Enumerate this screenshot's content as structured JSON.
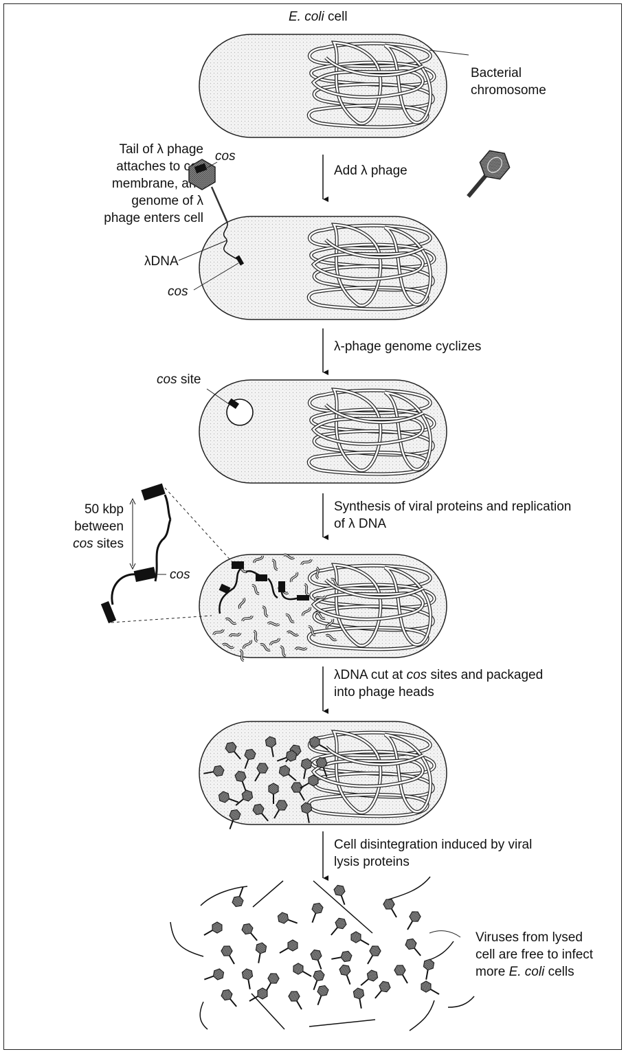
{
  "panels": {
    "cell1": {
      "title_italic": "E. coli",
      "title_rest": " cell",
      "chromosome_line1": "Bacterial",
      "chromosome_line2": "chromosome"
    },
    "step1": {
      "arrow_label": "Add λ phage"
    },
    "infection": {
      "tail_line1": "Tail of λ phage",
      "tail_line2": "attaches to cell",
      "tail_line3": "membrane, and",
      "tail_line4": "genome of λ",
      "tail_line5": "phage enters cell",
      "cos_top": "cos",
      "lambda_dna": "λDNA",
      "cos_bottom": "cos"
    },
    "step2": {
      "arrow_label": "λ-phage genome cyclizes"
    },
    "cyclized": {
      "cos_site_italic": "cos",
      "cos_site_rest": " site"
    },
    "step3": {
      "arrow_line1": "Synthesis of viral proteins and replication",
      "arrow_line2": "of λ DNA"
    },
    "replication": {
      "kbp_line1": "50 kbp",
      "kbp_line2": "between",
      "kbp_line3_italic": "cos",
      "kbp_line3_rest": " sites",
      "cos_label": "cos"
    },
    "step4": {
      "arrow_line1_a": "λDNA cut at ",
      "arrow_line1_italic": "cos",
      "arrow_line1_b": " sites and packaged",
      "arrow_line2": "into phage heads"
    },
    "step5": {
      "arrow_line1": "Cell disintegration induced by viral",
      "arrow_line2": "lysis proteins"
    },
    "lysis": {
      "line1": "Viruses from lysed",
      "line2": "cell are free to infect",
      "line3_a": "more ",
      "line3_italic": "E. coli",
      "line3_b": " cells"
    }
  }
}
